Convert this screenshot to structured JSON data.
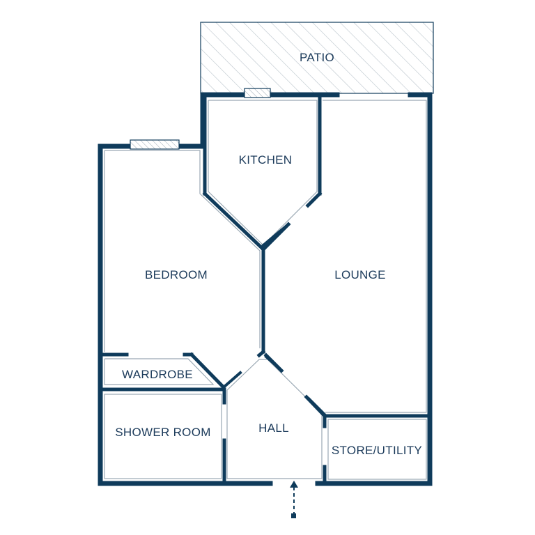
{
  "rooms": {
    "patio": "PATIO",
    "kitchen": "KITCHEN",
    "lounge": "LOUNGE",
    "bedroom": "BEDROOM",
    "wardrobe": "WARDROBE",
    "shower_room": "SHOWER ROOM",
    "hall": "HALL",
    "store_utility": "STORE/UTILITY"
  },
  "colors": {
    "wall": "#0f3b5b",
    "label": "#1b3a5a",
    "hatch": "#b9c3cb"
  }
}
